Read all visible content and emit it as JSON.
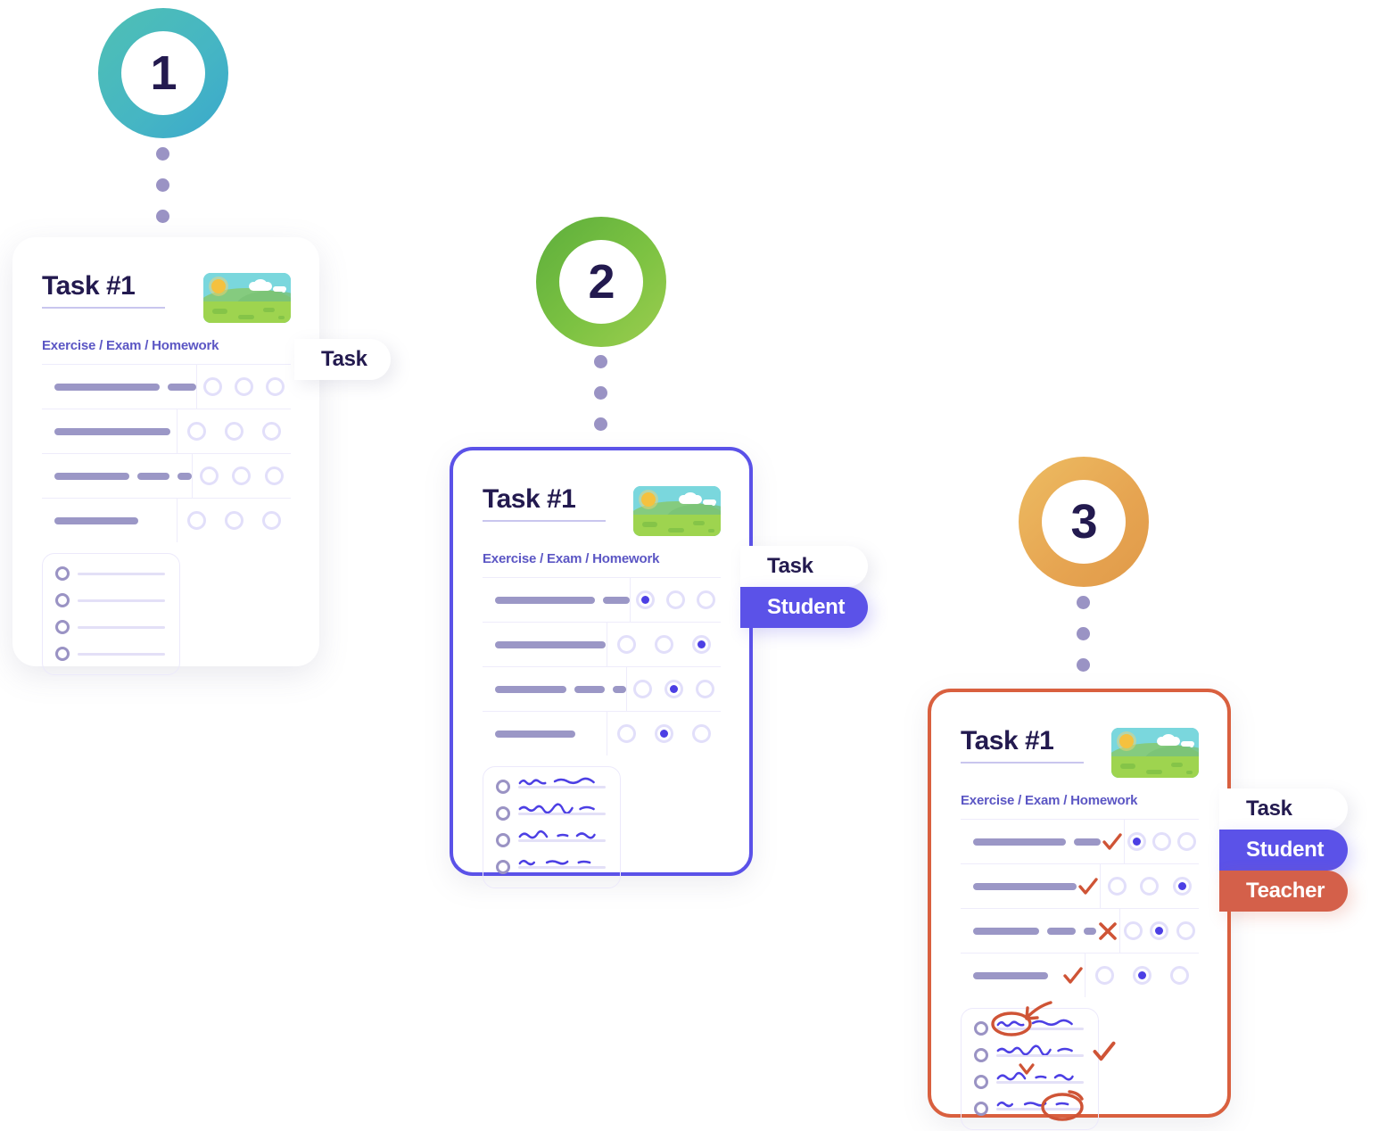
{
  "steps": [
    {
      "number": "1",
      "ring_color": "#45b5c4"
    },
    {
      "number": "2",
      "ring_color": "#7cc242"
    },
    {
      "number": "3",
      "ring_color": "#e6a451"
    }
  ],
  "cards": [
    {
      "id": "card-1",
      "title": "Task #1",
      "subtitle": "Exercise / Exam / Homework",
      "border_color": "none",
      "thumbnail": "landscape-thumbnail",
      "questions": [
        {
          "bars": [
            118,
            32
          ],
          "answer": null,
          "mark": null
        },
        {
          "bars": [
            130
          ],
          "answer": null,
          "mark": null
        },
        {
          "bars": [
            84,
            36,
            16
          ],
          "answer": null,
          "mark": null
        },
        {
          "bars": [
            94
          ],
          "answer": null,
          "mark": null
        }
      ],
      "answer_rows": [
        {
          "handwriting": false,
          "annotation": null
        },
        {
          "handwriting": false,
          "annotation": null
        },
        {
          "handwriting": false,
          "annotation": null
        },
        {
          "handwriting": false,
          "annotation": null
        }
      ],
      "labels": [
        {
          "text": "Task",
          "style": "task"
        }
      ]
    },
    {
      "id": "card-2",
      "title": "Task #1",
      "subtitle": "Exercise / Exam / Homework",
      "border_color": "#5b52e8",
      "thumbnail": "landscape-thumbnail",
      "questions": [
        {
          "bars": [
            118,
            32
          ],
          "answer": 0,
          "mark": null
        },
        {
          "bars": [
            130
          ],
          "answer": 2,
          "mark": null
        },
        {
          "bars": [
            84,
            36,
            16
          ],
          "answer": 1,
          "mark": null
        },
        {
          "bars": [
            94
          ],
          "answer": 1,
          "mark": null
        }
      ],
      "answer_rows": [
        {
          "handwriting": true,
          "annotation": null
        },
        {
          "handwriting": true,
          "annotation": null
        },
        {
          "handwriting": true,
          "annotation": null
        },
        {
          "handwriting": true,
          "annotation": null
        }
      ],
      "labels": [
        {
          "text": "Task",
          "style": "task"
        },
        {
          "text": "Student",
          "style": "student"
        }
      ]
    },
    {
      "id": "card-3",
      "title": "Task #1",
      "subtitle": "Exercise / Exam / Homework",
      "border_color": "#d9603f",
      "thumbnail": "landscape-thumbnail",
      "questions": [
        {
          "bars": [
            104,
            30
          ],
          "answer": 0,
          "mark": "check"
        },
        {
          "bars": [
            116
          ],
          "answer": 2,
          "mark": "check"
        },
        {
          "bars": [
            74,
            32,
            14
          ],
          "answer": 1,
          "mark": "cross"
        },
        {
          "bars": [
            84
          ],
          "answer": 1,
          "mark": "check"
        }
      ],
      "answer_rows": [
        {
          "handwriting": true,
          "annotation": "circle-with-arrow"
        },
        {
          "handwriting": true,
          "annotation": "check-right"
        },
        {
          "handwriting": true,
          "annotation": "caret-above"
        },
        {
          "handwriting": true,
          "annotation": "circle-end"
        }
      ],
      "labels": [
        {
          "text": "Task",
          "style": "task"
        },
        {
          "text": "Student",
          "style": "student"
        },
        {
          "text": "Teacher",
          "style": "teacher"
        }
      ]
    }
  ],
  "colors": {
    "title_navy": "#231a4f",
    "subtitle_purple": "#5b56c4",
    "bar_gray": "#9b97c6",
    "option_ring": "#e2dffa",
    "option_fill": "#4c3fe4",
    "teacher_red": "#cf5436",
    "student_indigo": "#5b52e8",
    "connector_dot": "#9a93c4"
  }
}
